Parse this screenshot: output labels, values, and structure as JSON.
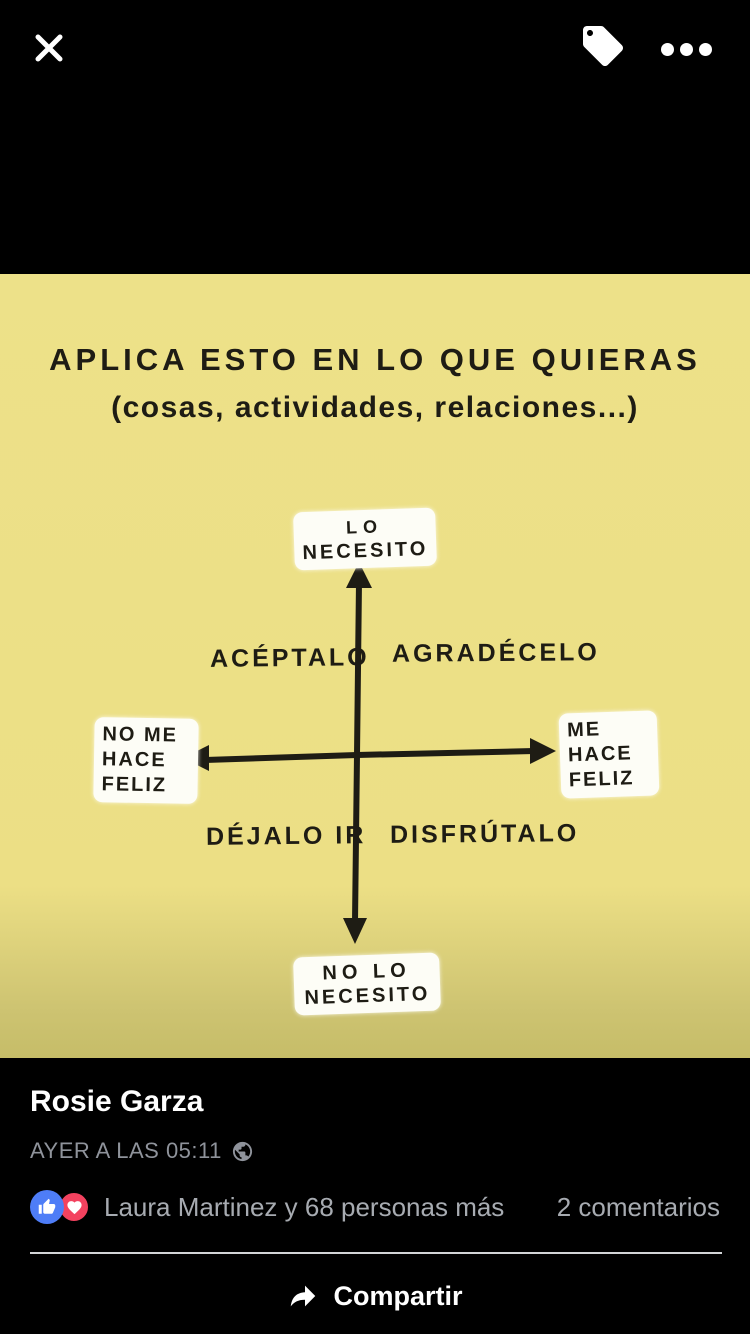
{
  "topbar": {
    "close_icon": "close-x",
    "tag_icon": "tag",
    "more_icon": "ellipsis"
  },
  "photo": {
    "title_line1": "APLICA ESTO EN LO QUE QUIERAS",
    "title_line2": "(cosas, actividades, relaciones...)",
    "colors": {
      "background": "#ECDF85",
      "ink": "#1E1C14",
      "patch": "#FDFDF6"
    },
    "axis_labels": {
      "top": {
        "lines": [
          "LO",
          "NECESITO"
        ]
      },
      "bottom": {
        "lines": [
          "NO LO",
          "NECESITO"
        ]
      },
      "left": {
        "lines": [
          "NO ME",
          "HACE",
          "FELIZ"
        ]
      },
      "right": {
        "lines": [
          "ME",
          "HACE",
          "FELIZ"
        ]
      }
    },
    "quadrants": {
      "top_left": "ACÉPTALO",
      "top_right": "AGRADÉCELO",
      "bottom_left": "DÉJALO IR",
      "bottom_right": "DISFRÚTALO"
    }
  },
  "post": {
    "author": "Rosie Garza",
    "timestamp": "AYER A LAS 05:11",
    "audience_icon": "globe",
    "reactions": {
      "icons": [
        "like",
        "love"
      ],
      "like_color": "#4E7DF7",
      "love_color": "#F3425F",
      "summary": "Laura Martinez y 68 personas más",
      "comments": "2 comentarios"
    },
    "share_label": "Compartir"
  }
}
